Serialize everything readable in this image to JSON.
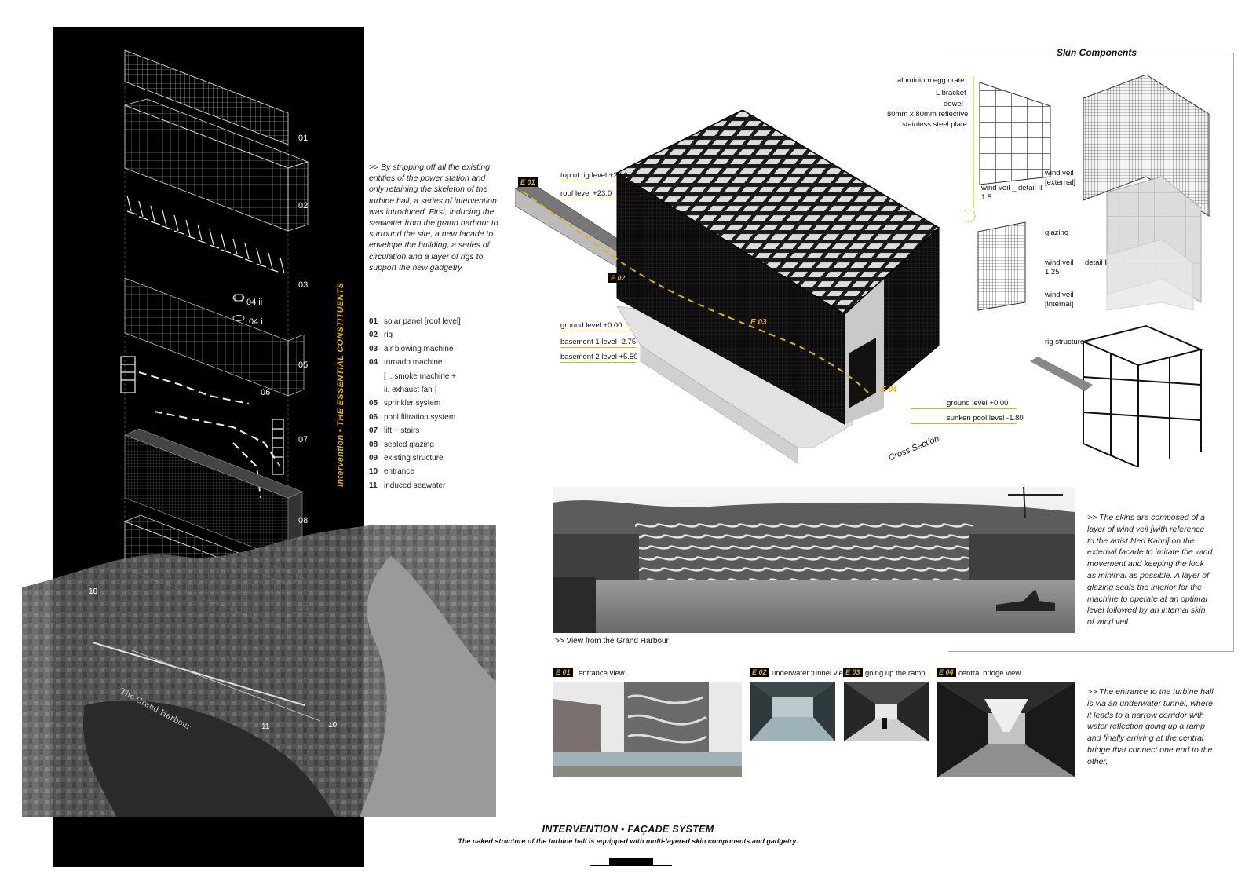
{
  "intro_text": ">> By stripping off all the existing entities of the power station and only retaining the skeleton of the turbine hall, a series of intervention was introduced. First, inducing the seawater from the grand harbour to surround the site, a new facade to envelope the building, a series of circulation and a layer of rigs to support the new gadgetry.",
  "vertical_title": "Intervention • THE ESSENTIAL CONSTITUENTS",
  "layer_numbers": [
    "01",
    "02",
    "03",
    "04 ii",
    "04 i",
    "05",
    "06",
    "07",
    "08",
    "09"
  ],
  "aerial": {
    "labels": [
      "10",
      "10",
      "11"
    ],
    "harbour_name": "The Grand Harbour"
  },
  "legend": [
    {
      "num": "01",
      "text": "solar panel [roof level]"
    },
    {
      "num": "02",
      "text": "rig"
    },
    {
      "num": "03",
      "text": "air blowing machine"
    },
    {
      "num": "04",
      "text": "tornado machine"
    },
    {
      "num": "",
      "text": "[ i. smoke machine +"
    },
    {
      "num": "",
      "text": "ii. exhaust fan ]"
    },
    {
      "num": "05",
      "text": "sprinkler system"
    },
    {
      "num": "06",
      "text": "pool filtration system"
    },
    {
      "num": "07",
      "text": "lift + stairs"
    },
    {
      "num": "08",
      "text": "sealed glazing"
    },
    {
      "num": "09",
      "text": "existing structure"
    },
    {
      "num": "10",
      "text": "entrance"
    },
    {
      "num": "11",
      "text": "induced seawater"
    }
  ],
  "levels": {
    "top_rig": "top of rig level +27.0",
    "roof": "roof level +23.0",
    "ground": "ground level +0.00",
    "basement1": "basement 1 level -2.75",
    "basement2": "basement 2 level +5.50",
    "ground_right": "ground level +0.00",
    "sunken_pool": "sunken pool level -1.80"
  },
  "etags": {
    "e01": "E 01",
    "e02": "E 02",
    "e03": "E 03",
    "e04": "E 04"
  },
  "cross_section": "Cross Section",
  "skin": {
    "title": "Skin Components",
    "egg_crate": "aluminium egg crate",
    "l_bracket": "L bracket",
    "dowel": "dowel",
    "plate_1": "80mm x 80mm reflective",
    "plate_2": "stainless steel plate",
    "detail_ii_1": "wind veil _ detail II",
    "detail_ii_2": "1:5",
    "wind_veil_ext_1": "wind veil",
    "wind_veil_ext_2": "[external]",
    "glazing": "glazing",
    "wind_veil_detail_1": "wind veil",
    "wind_veil_detail_mid": "detail I",
    "wind_veil_detail_2": "1:25",
    "wind_veil_int_1": "wind veil",
    "wind_veil_int_2": "[internal]",
    "rig_structure": "rig structure"
  },
  "harbour_caption": ">> View from the Grand Harbour",
  "skin_text": ">> The skins are composed of a layer of wind veil [with reference to the artist Ned Kahn] on the external facade to imitate the wind movement and keeping the look as minimal as possible. A layer of glazing seals the interior for the machine to operate at an optimal level followed by an internal skin of wind veil.",
  "views": [
    {
      "tag": "E 01",
      "label": "entrance view"
    },
    {
      "tag": "E 02",
      "label": "underwater tunnel view"
    },
    {
      "tag": "E 03",
      "label": "going up the ramp"
    },
    {
      "tag": "E 04",
      "label": "central bridge view"
    }
  ],
  "entry_text": ">> The entrance to the turbine hall is via an underwater tunnel, where it leads to a narrow corridor with water reflection going up a ramp and finally arriving at the central bridge that connect one end to the other.",
  "main_title": "INTERVENTION • FAÇADE SYSTEM",
  "main_subtitle": "The naked structure of the turbine hall is equipped with multi-layered skin components and gadgetry.",
  "colors": {
    "accent": "#e5b300",
    "panel": "#000000"
  }
}
